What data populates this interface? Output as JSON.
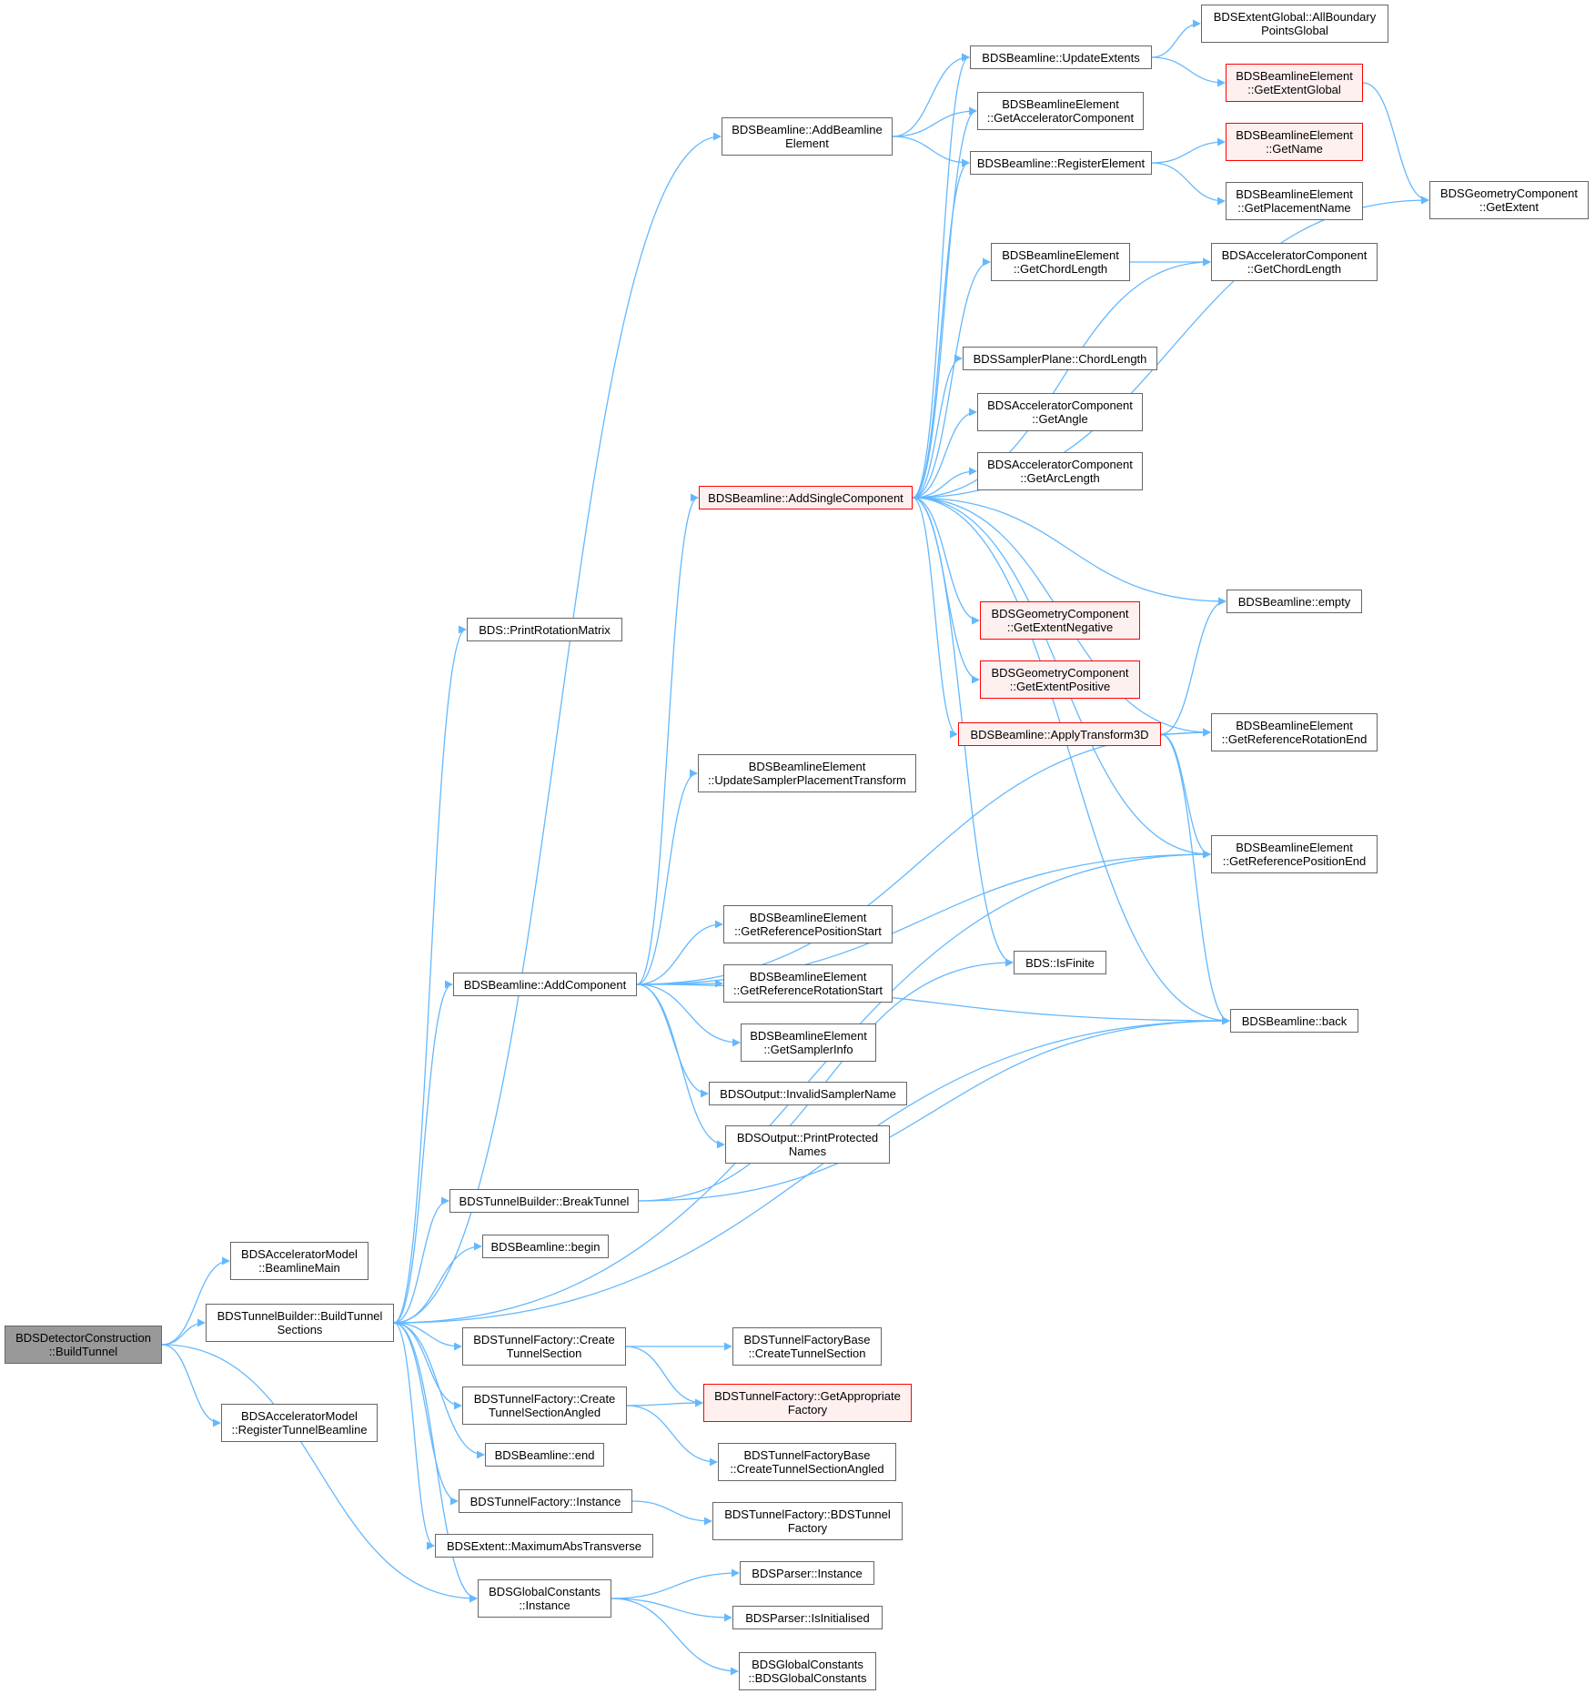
{
  "graph": {
    "colors": {
      "edge": "#63b8ff",
      "border": "#666666",
      "highlight_border": "#ff0000",
      "highlight_fill": "#fff0f0",
      "root_fill": "#999999"
    },
    "nodes": [
      {
        "id": "root",
        "lines": [
          "BDSDetectorConstruction",
          "::BuildTunnel"
        ],
        "style": "gray"
      },
      {
        "id": "am_main",
        "lines": [
          "BDSAcceleratorModel",
          "::BeamlineMain"
        ]
      },
      {
        "id": "tb_build",
        "lines": [
          "BDSTunnelBuilder::BuildTunnel",
          "Sections"
        ]
      },
      {
        "id": "am_reg",
        "lines": [
          "BDSAcceleratorModel",
          "::RegisterTunnelBeamline"
        ]
      },
      {
        "id": "bds_prm",
        "lines": [
          "BDS::PrintRotationMatrix"
        ]
      },
      {
        "id": "bl_addcomp",
        "lines": [
          "BDSBeamline::AddComponent"
        ]
      },
      {
        "id": "tb_break",
        "lines": [
          "BDSTunnelBuilder::BreakTunnel"
        ]
      },
      {
        "id": "bl_begin",
        "lines": [
          "BDSBeamline::begin"
        ]
      },
      {
        "id": "tf_cts",
        "lines": [
          "BDSTunnelFactory::Create",
          "TunnelSection"
        ]
      },
      {
        "id": "tf_ctsa",
        "lines": [
          "BDSTunnelFactory::Create",
          "TunnelSectionAngled"
        ]
      },
      {
        "id": "bl_end",
        "lines": [
          "BDSBeamline::end"
        ]
      },
      {
        "id": "tf_inst",
        "lines": [
          "BDSTunnelFactory::Instance"
        ]
      },
      {
        "id": "ext_max",
        "lines": [
          "BDSExtent::MaximumAbsTransverse"
        ]
      },
      {
        "id": "gc_inst",
        "lines": [
          "BDSGlobalConstants",
          "::Instance"
        ]
      },
      {
        "id": "bl_addbe",
        "lines": [
          "BDSBeamline::AddBeamline",
          "Element"
        ]
      },
      {
        "id": "bl_asc",
        "lines": [
          "BDSBeamline::AddSingleComponent"
        ],
        "style": "red"
      },
      {
        "id": "be_uspt",
        "lines": [
          "BDSBeamlineElement",
          "::UpdateSamplerPlacementTransform"
        ]
      },
      {
        "id": "be_grps",
        "lines": [
          "BDSBeamlineElement",
          "::GetReferencePositionStart"
        ]
      },
      {
        "id": "be_grrs",
        "lines": [
          "BDSBeamlineElement",
          "::GetReferenceRotationStart"
        ]
      },
      {
        "id": "be_gsi",
        "lines": [
          "BDSBeamlineElement",
          "::GetSamplerInfo"
        ]
      },
      {
        "id": "out_isn",
        "lines": [
          "BDSOutput::InvalidSamplerName"
        ]
      },
      {
        "id": "out_ppn",
        "lines": [
          "BDSOutput::PrintProtected",
          "Names"
        ]
      },
      {
        "id": "tfb_cts",
        "lines": [
          "BDSTunnelFactoryBase",
          "::CreateTunnelSection"
        ]
      },
      {
        "id": "tf_gaf",
        "lines": [
          "BDSTunnelFactory::GetAppropriate",
          "Factory"
        ],
        "style": "red"
      },
      {
        "id": "tfb_ctsa",
        "lines": [
          "BDSTunnelFactoryBase",
          "::CreateTunnelSectionAngled"
        ]
      },
      {
        "id": "tf_ctor",
        "lines": [
          "BDSTunnelFactory::BDSTunnel",
          "Factory"
        ]
      },
      {
        "id": "parser_inst",
        "lines": [
          "BDSParser::Instance"
        ]
      },
      {
        "id": "parser_init",
        "lines": [
          "BDSParser::IsInitialised"
        ]
      },
      {
        "id": "gc_ctor",
        "lines": [
          "BDSGlobalConstants",
          "::BDSGlobalConstants"
        ]
      },
      {
        "id": "bl_ue",
        "lines": [
          "BDSBeamline::UpdateExtents"
        ]
      },
      {
        "id": "be_gac",
        "lines": [
          "BDSBeamlineElement",
          "::GetAcceleratorComponent"
        ]
      },
      {
        "id": "bl_re",
        "lines": [
          "BDSBeamline::RegisterElement"
        ]
      },
      {
        "id": "be_gcl",
        "lines": [
          "BDSBeamlineElement",
          "::GetChordLength"
        ]
      },
      {
        "id": "sp_cl",
        "lines": [
          "BDSSamplerPlane::ChordLength"
        ]
      },
      {
        "id": "ac_ga",
        "lines": [
          "BDSAcceleratorComponent",
          "::GetAngle"
        ]
      },
      {
        "id": "ac_gal",
        "lines": [
          "BDSAcceleratorComponent",
          "::GetArcLength"
        ]
      },
      {
        "id": "gc_gen",
        "lines": [
          "BDSGeometryComponent",
          "::GetExtentNegative"
        ],
        "style": "red"
      },
      {
        "id": "gc_gep",
        "lines": [
          "BDSGeometryComponent",
          "::GetExtentPositive"
        ],
        "style": "red"
      },
      {
        "id": "bl_at3d",
        "lines": [
          "BDSBeamline::ApplyTransform3D"
        ],
        "style": "red"
      },
      {
        "id": "bds_isf",
        "lines": [
          "BDS::IsFinite"
        ]
      },
      {
        "id": "eg_abpg",
        "lines": [
          "BDSExtentGlobal::AllBoundary",
          "PointsGlobal"
        ]
      },
      {
        "id": "be_geg",
        "lines": [
          "BDSBeamlineElement",
          "::GetExtentGlobal"
        ],
        "style": "red"
      },
      {
        "id": "be_gn",
        "lines": [
          "BDSBeamlineElement",
          "::GetName"
        ],
        "style": "red"
      },
      {
        "id": "be_gpn",
        "lines": [
          "BDSBeamlineElement",
          "::GetPlacementName"
        ]
      },
      {
        "id": "ac_gcl",
        "lines": [
          "BDSAcceleratorComponent",
          "::GetChordLength"
        ]
      },
      {
        "id": "bl_empty",
        "lines": [
          "BDSBeamline::empty"
        ]
      },
      {
        "id": "be_grre",
        "lines": [
          "BDSBeamlineElement",
          "::GetReferenceRotationEnd"
        ]
      },
      {
        "id": "be_grpe",
        "lines": [
          "BDSBeamlineElement",
          "::GetReferencePositionEnd"
        ]
      },
      {
        "id": "bl_back",
        "lines": [
          "BDSBeamline::back"
        ]
      },
      {
        "id": "geo_ge",
        "lines": [
          "BDSGeometryComponent",
          "::GetExtent"
        ]
      }
    ],
    "edges": [
      [
        "root",
        "am_main"
      ],
      [
        "root",
        "tb_build"
      ],
      [
        "root",
        "am_reg"
      ],
      [
        "root",
        "gc_inst"
      ],
      [
        "tb_build",
        "bds_prm"
      ],
      [
        "tb_build",
        "bl_addcomp"
      ],
      [
        "tb_build",
        "tb_break"
      ],
      [
        "tb_build",
        "bl_begin"
      ],
      [
        "tb_build",
        "tf_cts"
      ],
      [
        "tb_build",
        "tf_ctsa"
      ],
      [
        "tb_build",
        "bl_end"
      ],
      [
        "tb_build",
        "tf_inst"
      ],
      [
        "tb_build",
        "ext_max"
      ],
      [
        "tb_build",
        "gc_inst"
      ],
      [
        "tb_build",
        "bl_addbe"
      ],
      [
        "tb_build",
        "bl_back"
      ],
      [
        "tb_build",
        "be_grpe"
      ],
      [
        "bl_addcomp",
        "bl_asc"
      ],
      [
        "bl_addcomp",
        "be_uspt"
      ],
      [
        "bl_addcomp",
        "be_grps"
      ],
      [
        "bl_addcomp",
        "be_grrs"
      ],
      [
        "bl_addcomp",
        "be_gsi"
      ],
      [
        "bl_addcomp",
        "out_isn"
      ],
      [
        "bl_addcomp",
        "out_ppn"
      ],
      [
        "bl_addcomp",
        "be_grre"
      ],
      [
        "bl_addcomp",
        "be_grpe"
      ],
      [
        "bl_addcomp",
        "bl_back"
      ],
      [
        "tb_break",
        "bds_isf"
      ],
      [
        "tb_break",
        "bl_back"
      ],
      [
        "tf_cts",
        "tfb_cts"
      ],
      [
        "tf_cts",
        "tf_gaf"
      ],
      [
        "tf_ctsa",
        "tf_gaf"
      ],
      [
        "tf_ctsa",
        "tfb_ctsa"
      ],
      [
        "tf_inst",
        "tf_ctor"
      ],
      [
        "gc_inst",
        "parser_inst"
      ],
      [
        "gc_inst",
        "parser_init"
      ],
      [
        "gc_inst",
        "gc_ctor"
      ],
      [
        "bl_addbe",
        "bl_ue"
      ],
      [
        "bl_addbe",
        "be_gac"
      ],
      [
        "bl_addbe",
        "bl_re"
      ],
      [
        "bl_asc",
        "bl_ue"
      ],
      [
        "bl_asc",
        "be_gac"
      ],
      [
        "bl_asc",
        "bl_re"
      ],
      [
        "bl_asc",
        "be_gcl"
      ],
      [
        "bl_asc",
        "ac_gcl"
      ],
      [
        "bl_asc",
        "geo_ge"
      ],
      [
        "bl_asc",
        "sp_cl"
      ],
      [
        "bl_asc",
        "ac_ga"
      ],
      [
        "bl_asc",
        "ac_gal"
      ],
      [
        "bl_asc",
        "bl_empty"
      ],
      [
        "bl_asc",
        "gc_gen"
      ],
      [
        "bl_asc",
        "gc_gep"
      ],
      [
        "bl_asc",
        "bl_at3d"
      ],
      [
        "bl_asc",
        "be_grre"
      ],
      [
        "bl_asc",
        "be_grpe"
      ],
      [
        "bl_asc",
        "bds_isf"
      ],
      [
        "bl_asc",
        "bl_back"
      ],
      [
        "bl_ue",
        "eg_abpg"
      ],
      [
        "bl_ue",
        "be_geg"
      ],
      [
        "be_geg",
        "geo_ge"
      ],
      [
        "bl_re",
        "be_gn"
      ],
      [
        "bl_re",
        "be_gpn"
      ],
      [
        "be_gcl",
        "ac_gcl"
      ],
      [
        "bl_at3d",
        "bl_empty"
      ],
      [
        "bl_at3d",
        "be_grre"
      ],
      [
        "bl_at3d",
        "be_grpe"
      ],
      [
        "bl_at3d",
        "bl_back"
      ]
    ]
  }
}
